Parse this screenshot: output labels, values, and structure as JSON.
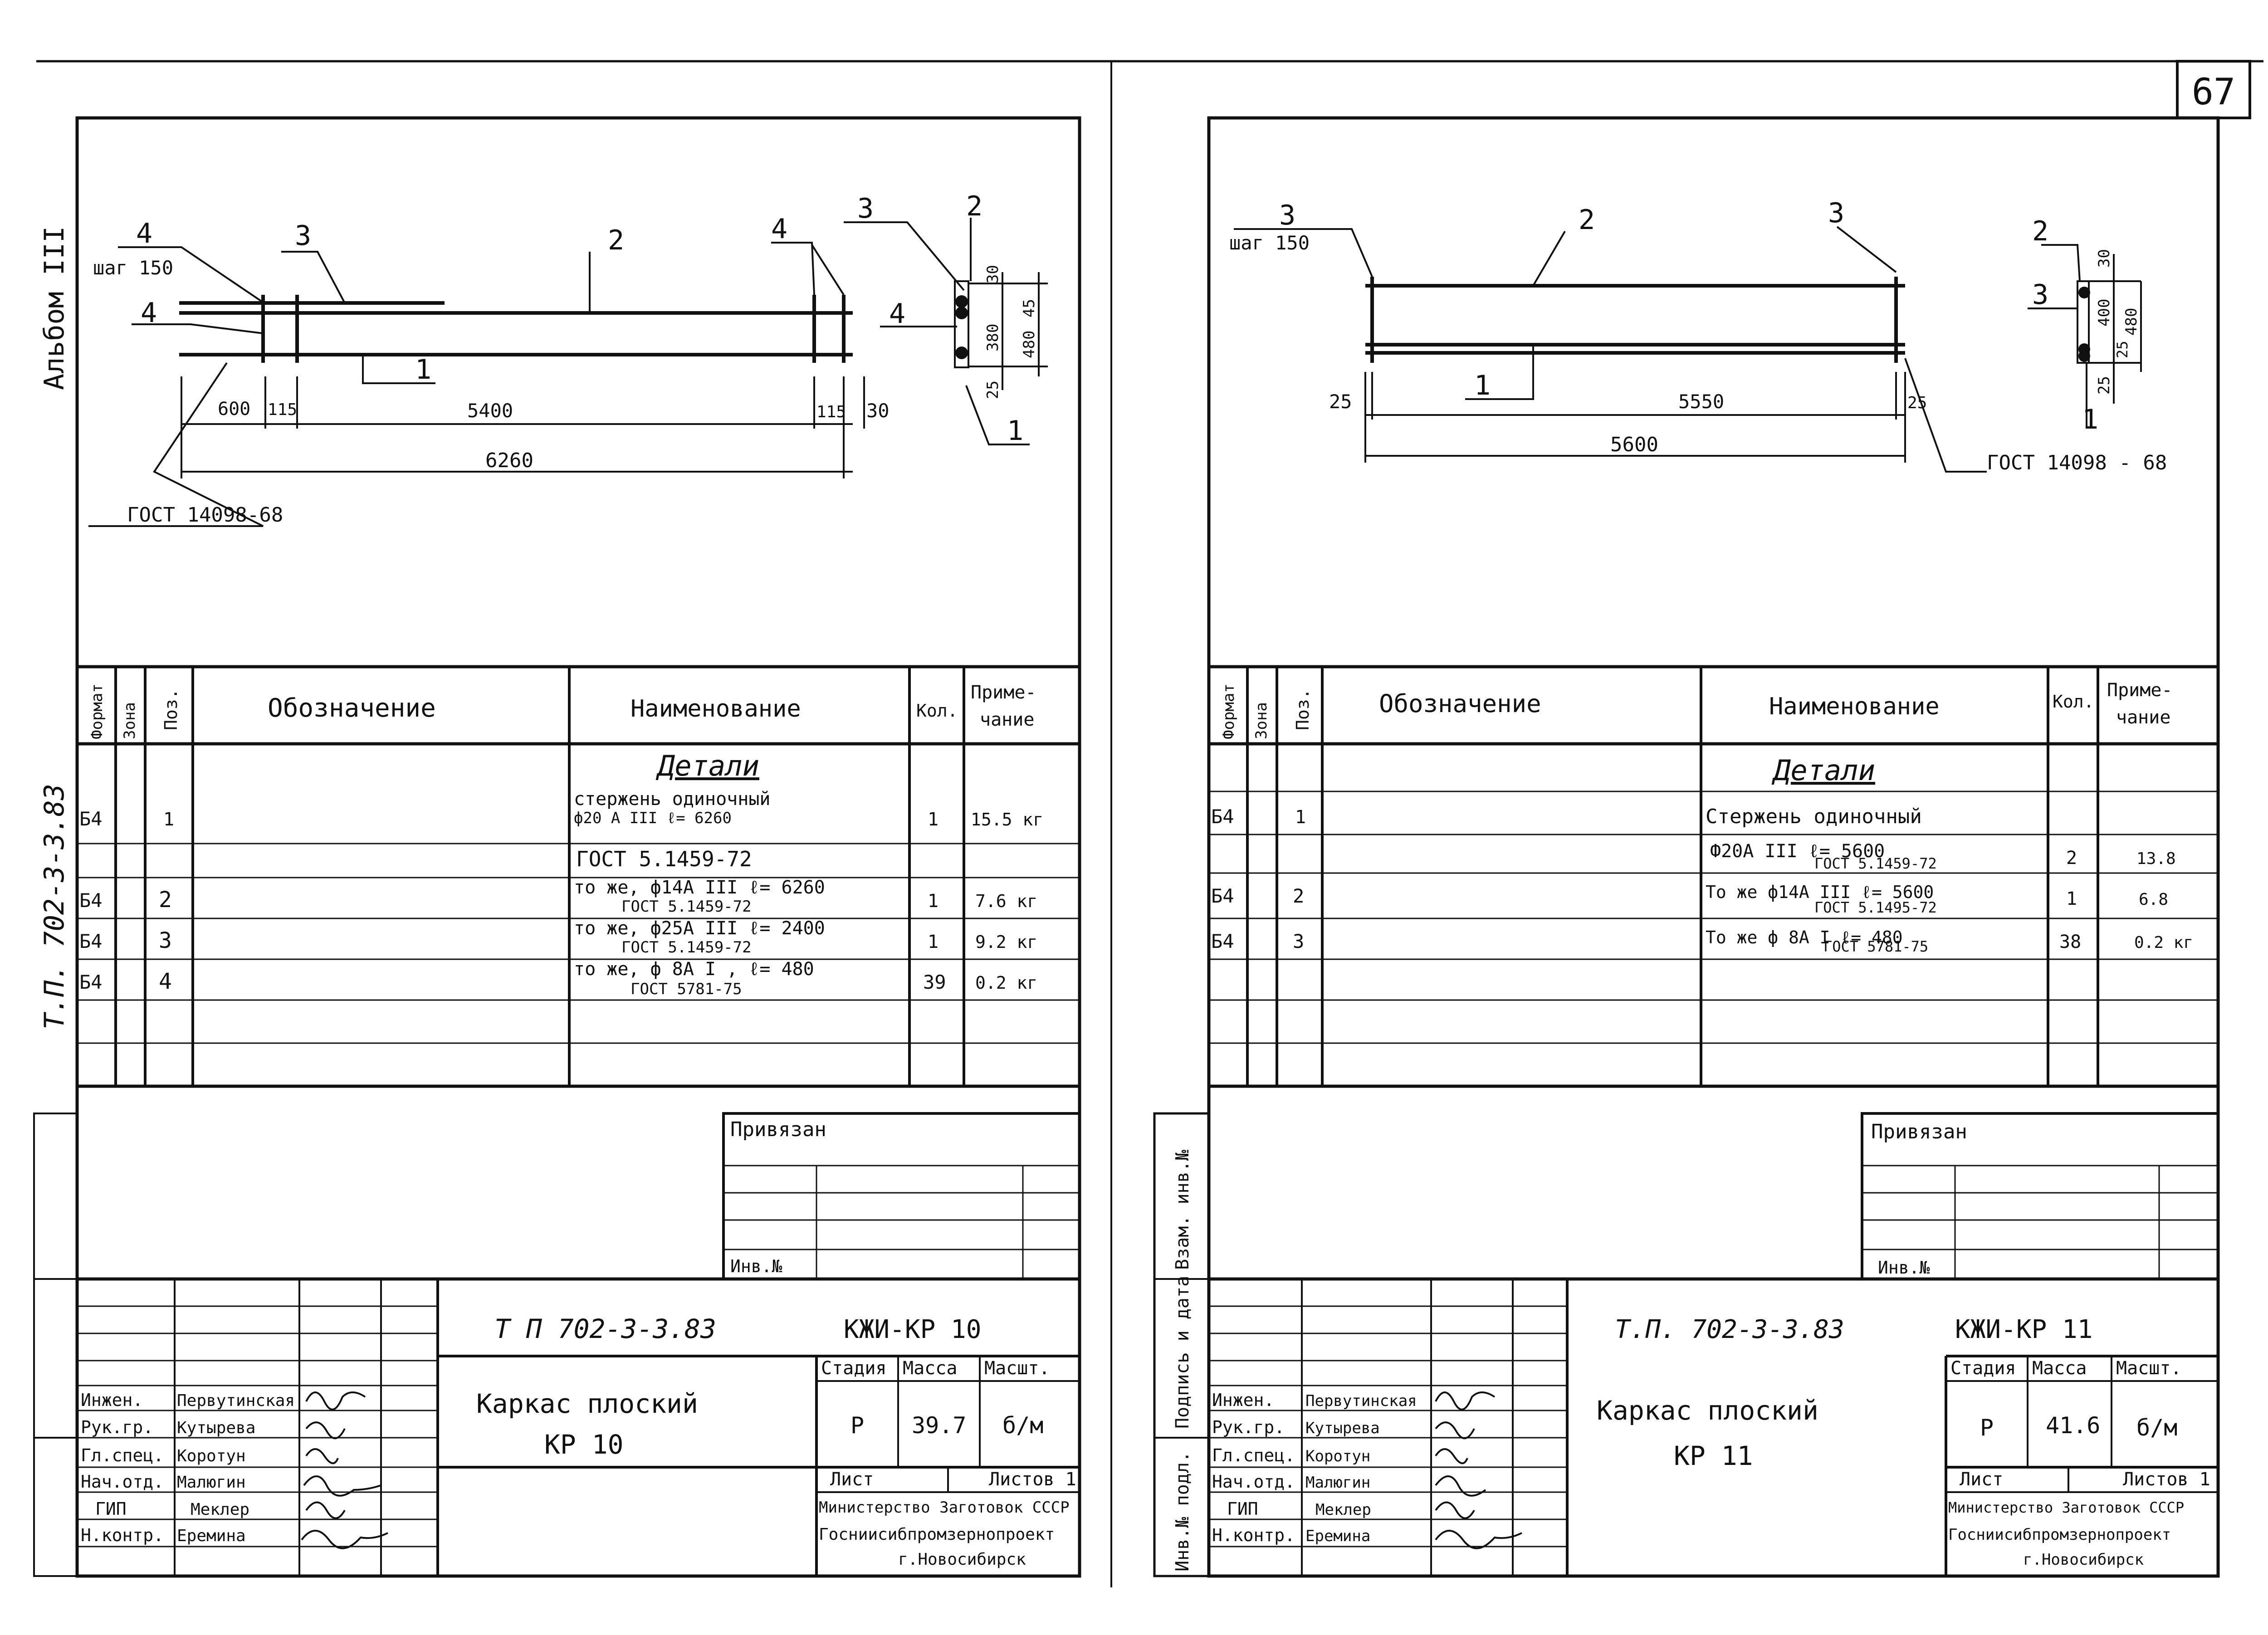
{
  "page_number": "67",
  "album": "Альбом III",
  "project_code_side": "Т.П. 702-3-3.83",
  "side_stamp": {
    "inv_podl": "Инв.№ подл.",
    "podpis_data": "Подпись и дата",
    "vzam_inv": "Взам. инв.№"
  },
  "table_headers": {
    "format": "Формат",
    "zona": "Зона",
    "poz": "Поз.",
    "oboznachenie": "Обозначение",
    "naimenovanie": "Наименование",
    "kol": "Кол.",
    "primechanie_1": "Приме-",
    "primechanie_2": "чание"
  },
  "left": {
    "drawing": {
      "leaders": [
        "4",
        "3",
        "2",
        "4",
        "3",
        "2",
        "4",
        "4",
        "1",
        "1"
      ],
      "shag": "шаг 150",
      "dims": {
        "d600": "600",
        "d115a": "115",
        "d5400": "5400",
        "d115b": "115",
        "d30a": "30",
        "d6260": "6260",
        "sec30": "30",
        "sec380": "380",
        "sec45": "45",
        "sec480": "480",
        "sec25": "25"
      },
      "gost": "ГОСТ 14098-68"
    },
    "section_title": "Детали",
    "rows": [
      {
        "format": "Б4",
        "poz": "1",
        "name_1": "стержень одиночный",
        "name_2": "ф20 А III    ℓ= 6260",
        "kol": "1",
        "prim": "15.5 кг"
      },
      {
        "format": "",
        "poz": "",
        "name_1": "ГОСТ  5.1459-72",
        "name_2": "",
        "kol": "",
        "prim": ""
      },
      {
        "format": "Б4",
        "poz": "2",
        "name_1": "то же,   ф14А III   ℓ= 6260",
        "name_2": "ГОСТ 5.1459-72",
        "kol": "1",
        "prim": "7.6 кг"
      },
      {
        "format": "Б4",
        "poz": "3",
        "name_1": "то же,   ф25А III  ℓ= 2400",
        "name_2": "ГОСТ 5.1459-72",
        "kol": "1",
        "prim": "9.2 кг"
      },
      {
        "format": "Б4",
        "poz": "4",
        "name_1": "то же,  ф 8А I ,  ℓ= 480",
        "name_2": "ГОСТ  5781-75",
        "kol": "39",
        "prim": "0.2 кг"
      }
    ],
    "privyazan": "Привязан",
    "inv_no": "Инв.№",
    "stamp": {
      "code": "Т П   702-3-3.83",
      "mark": "КЖИ-КР 10",
      "title_1": "Каркас   плоский",
      "title_2": "КР  10",
      "stadiya_h": "Стадия",
      "massa_h": "Масса",
      "masht_h": "Масшт.",
      "stadiya": "Р",
      "massa": "39.7",
      "masht": "б/м",
      "list": "Лист",
      "listov": "Листов 1",
      "org_1": "Министерство Заготовок СССР",
      "org_2": "Госниисибпромзернопроект",
      "org_3": "г.Новосибирск",
      "people": [
        {
          "role": "Инжен.",
          "name": "Первутинская"
        },
        {
          "role": "Рук.гр.",
          "name": "Кутырева"
        },
        {
          "role": "Гл.спец.",
          "name": "Коротун"
        },
        {
          "role": "Нач.отд.",
          "name": "Малюгин"
        },
        {
          "role": "ГИП",
          "name": "Меклер"
        },
        {
          "role": "Н.контр.",
          "name": "Еремина"
        }
      ]
    }
  },
  "right": {
    "drawing": {
      "leaders": [
        "3",
        "2",
        "3",
        "2",
        "3",
        "1",
        "1"
      ],
      "shag": "шаг 150",
      "dims": {
        "d25a": "25",
        "d5550": "5550",
        "d25b": "25",
        "d5600": "5600",
        "sec30": "30",
        "sec400": "400",
        "sec25a": "25",
        "sec480": "480",
        "sec25b": "25"
      },
      "gost": "ГОСТ 14098 - 68"
    },
    "section_title": "Детали",
    "rows": [
      {
        "format": "Б4",
        "poz": "1",
        "name_1": "Стержень  одиночный",
        "name_2": "",
        "kol": "",
        "prim": ""
      },
      {
        "format": "",
        "poz": "",
        "name_1": "Ф20А III     ℓ= 5600",
        "name_2": "ГОСТ 5.1459-72",
        "kol": "2",
        "prim": "13.8"
      },
      {
        "format": "Б4",
        "poz": "2",
        "name_1": "То же  ф14А III   ℓ= 5600",
        "name_2": "ГОСТ 5.1495-72",
        "kol": "1",
        "prim": "6.8"
      },
      {
        "format": "Б4",
        "poz": "3",
        "name_1": "То же  ф 8А I   ℓ= 480",
        "name_2": "ГОСТ 5781-75",
        "kol": "38",
        "prim": "0.2 кг"
      }
    ],
    "privyazan": "Привязан",
    "inv_no": "Инв.№",
    "stamp": {
      "code": "Т.П.    702-3-3.83",
      "mark": "КЖИ-КР 11",
      "title_1": "Каркас   плоский",
      "title_2": "КР   11",
      "stadiya_h": "Стадия",
      "massa_h": "Масса",
      "masht_h": "Масшт.",
      "stadiya": "Р",
      "massa": "41.6",
      "masht": "б/м",
      "list": "Лист",
      "listov": "Листов 1",
      "org_1": "Министерство Заготовок СССР",
      "org_2": "Госниисибпромзернопроект",
      "org_3": "г.Новосибирск",
      "people": [
        {
          "role": "Инжен.",
          "name": "Первутинская"
        },
        {
          "role": "Рук.гр.",
          "name": "Кутырева"
        },
        {
          "role": "Гл.спец.",
          "name": "Коротун"
        },
        {
          "role": "Нач.отд.",
          "name": "Малюгин"
        },
        {
          "role": "ГИП",
          "name": "Меклер"
        },
        {
          "role": "Н.контр.",
          "name": "Еремина"
        }
      ]
    }
  }
}
